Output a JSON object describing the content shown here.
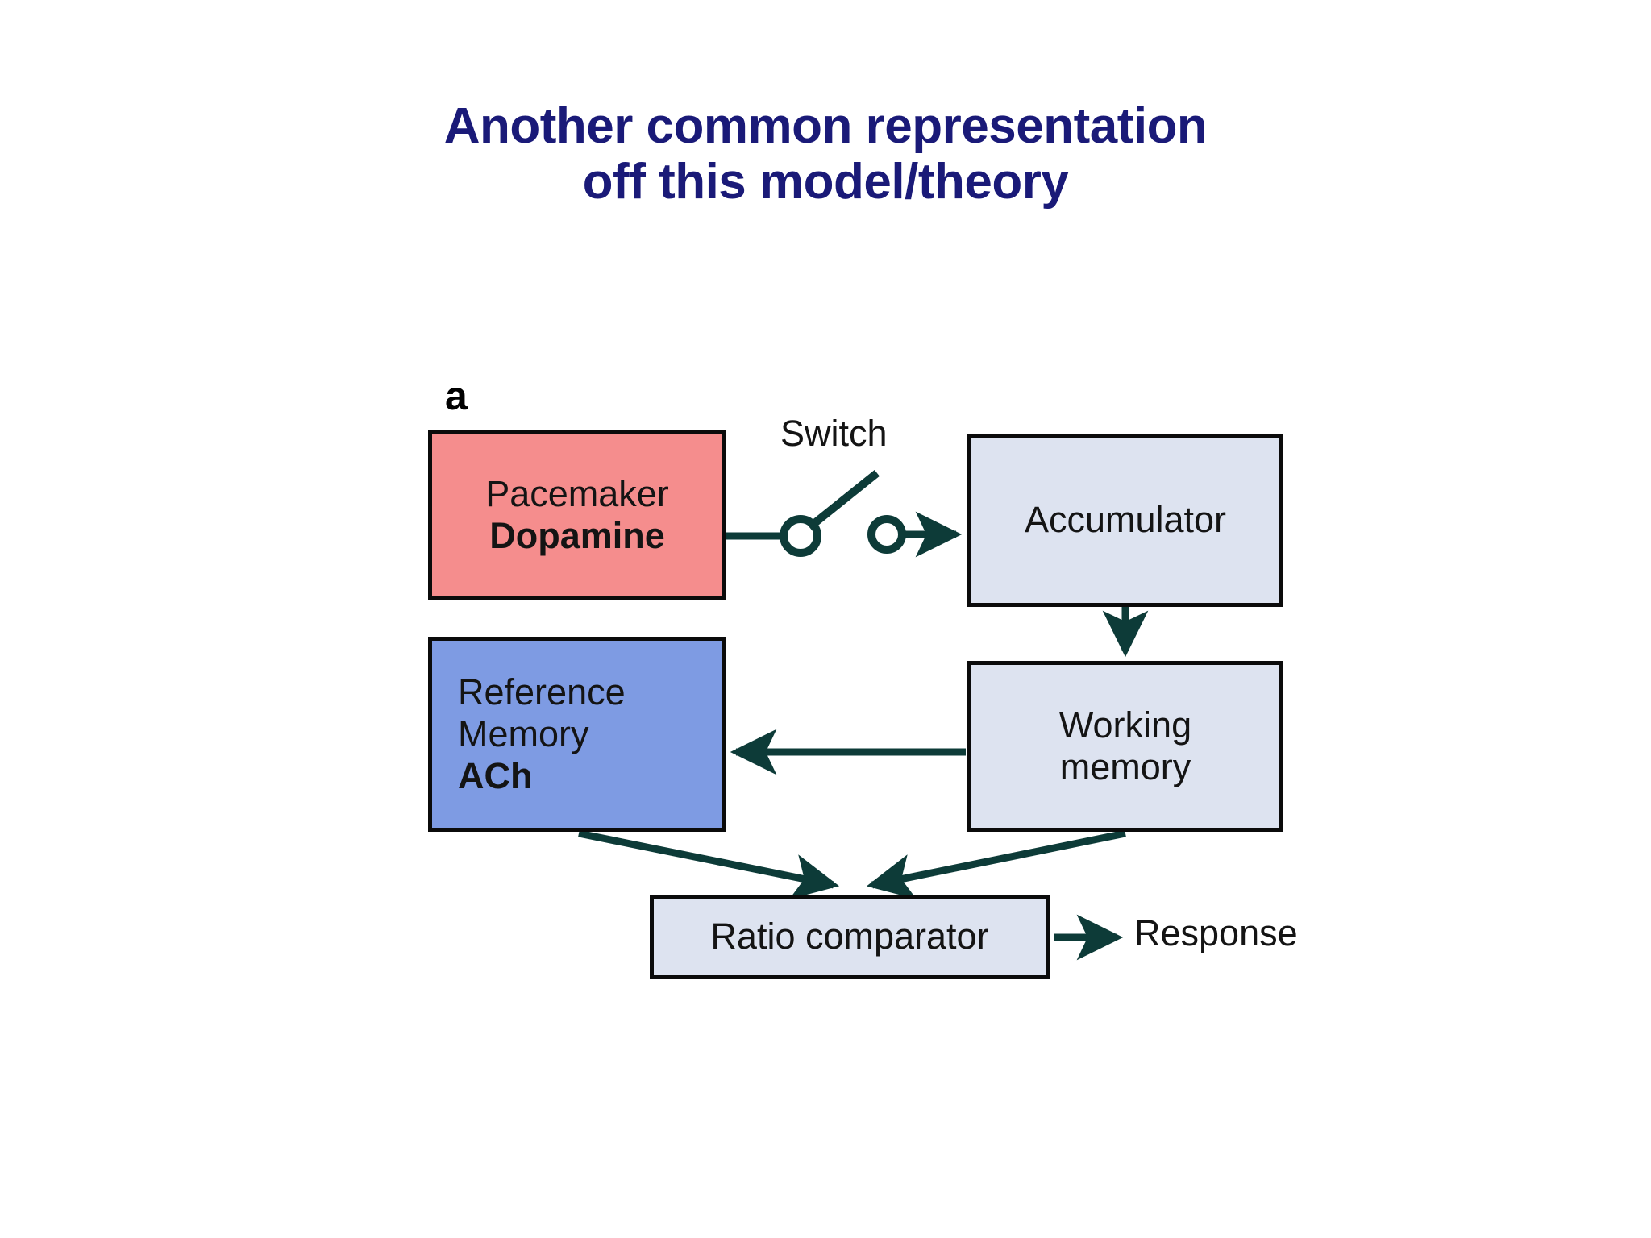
{
  "slide": {
    "title_line1": "Another common representation",
    "title_line2": "off this model/theory",
    "title_color": "#1a1a78",
    "background_color": "#ffffff"
  },
  "figure": {
    "panel_letter": "a",
    "colors": {
      "pacemaker_fill": "#f58d8d",
      "reference_memory_fill": "#7e9be3",
      "neutral_fill": "#dde3f0",
      "border": "#0b0b0b",
      "arrow": "#0d3b38"
    },
    "nodes": [
      {
        "id": "pacemaker",
        "lines": [
          {
            "text": "Pacemaker",
            "bold": false
          },
          {
            "text": "Dopamine",
            "bold": true
          }
        ]
      },
      {
        "id": "reference-memory",
        "lines": [
          {
            "text": "Reference",
            "bold": false
          },
          {
            "text": "Memory",
            "bold": false
          },
          {
            "text": "ACh",
            "bold": true
          }
        ]
      },
      {
        "id": "accumulator",
        "lines": [
          {
            "text": "Accumulator",
            "bold": false
          }
        ]
      },
      {
        "id": "working-memory",
        "lines": [
          {
            "text": "Working",
            "bold": false
          },
          {
            "text": "memory",
            "bold": false
          }
        ]
      },
      {
        "id": "ratio-comparator",
        "lines": [
          {
            "text": "Ratio comparator",
            "bold": false
          }
        ]
      }
    ],
    "labels": {
      "switch": "Switch",
      "response": "Response"
    },
    "node_text": {
      "pacemaker_l1": "Pacemaker",
      "pacemaker_l2": "Dopamine",
      "reference_l1": "Reference",
      "reference_l2": "Memory",
      "reference_l3": "ACh",
      "accumulator_l1": "Accumulator",
      "working_l1": "Working",
      "working_l2": "memory",
      "ratio_l1": "Ratio comparator"
    },
    "connections": [
      {
        "from": "pacemaker",
        "to": "switch",
        "type": "line"
      },
      {
        "from": "switch",
        "to": "accumulator",
        "type": "arrow-right"
      },
      {
        "from": "accumulator",
        "to": "working-memory",
        "type": "arrow-down"
      },
      {
        "from": "working-memory",
        "to": "reference-memory",
        "type": "arrow-left"
      },
      {
        "from": "reference-memory",
        "to": "ratio-comparator",
        "type": "arrow-diagonal-down-right"
      },
      {
        "from": "working-memory",
        "to": "ratio-comparator",
        "type": "arrow-diagonal-down-left"
      },
      {
        "from": "ratio-comparator",
        "to": "response",
        "type": "arrow-right"
      }
    ]
  }
}
